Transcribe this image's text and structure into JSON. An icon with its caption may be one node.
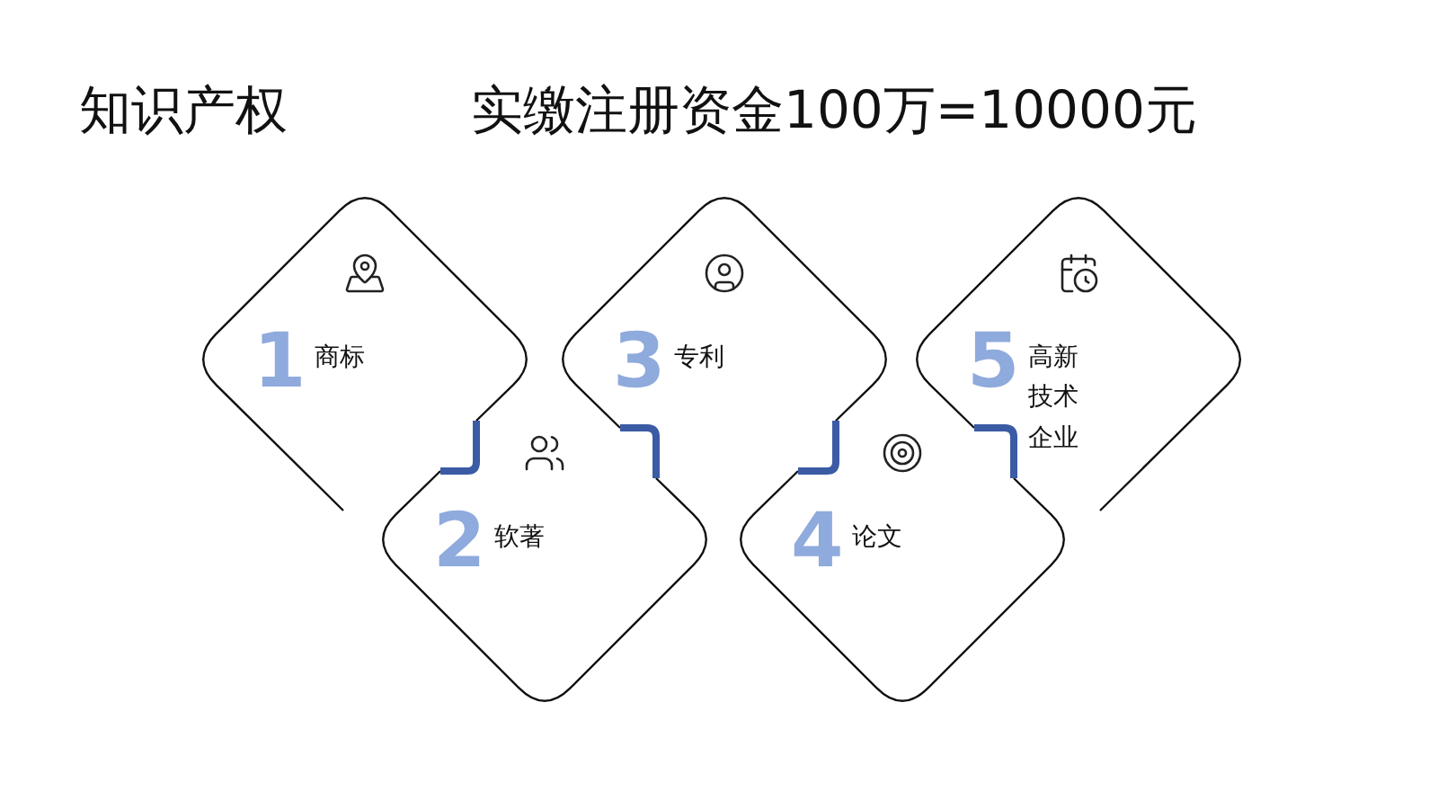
{
  "diagram": {
    "title": "知识产权",
    "nodes": [
      {
        "text": [
          "1",
          "商标"
        ]
      },
      {
        "text": [
          "2",
          "软著"
        ]
      },
      {
        "text": [
          "3",
          "专利"
        ]
      },
      {
        "text": [
          "4",
          "论文"
        ]
      },
      {
        "text": [
          "5",
          "高新技术企业"
        ]
      }
    ],
    "edges": [
      {
        "from": 0,
        "to": 1,
        "arrow": "none"
      },
      {
        "from": 1,
        "to": 2,
        "arrow": "none"
      },
      {
        "from": 2,
        "to": 3,
        "arrow": "none"
      },
      {
        "from": 3,
        "to": 4,
        "arrow": "none"
      }
    ],
    "labels": [
      "实缴注册资金100万=10000元"
    ]
  }
}
